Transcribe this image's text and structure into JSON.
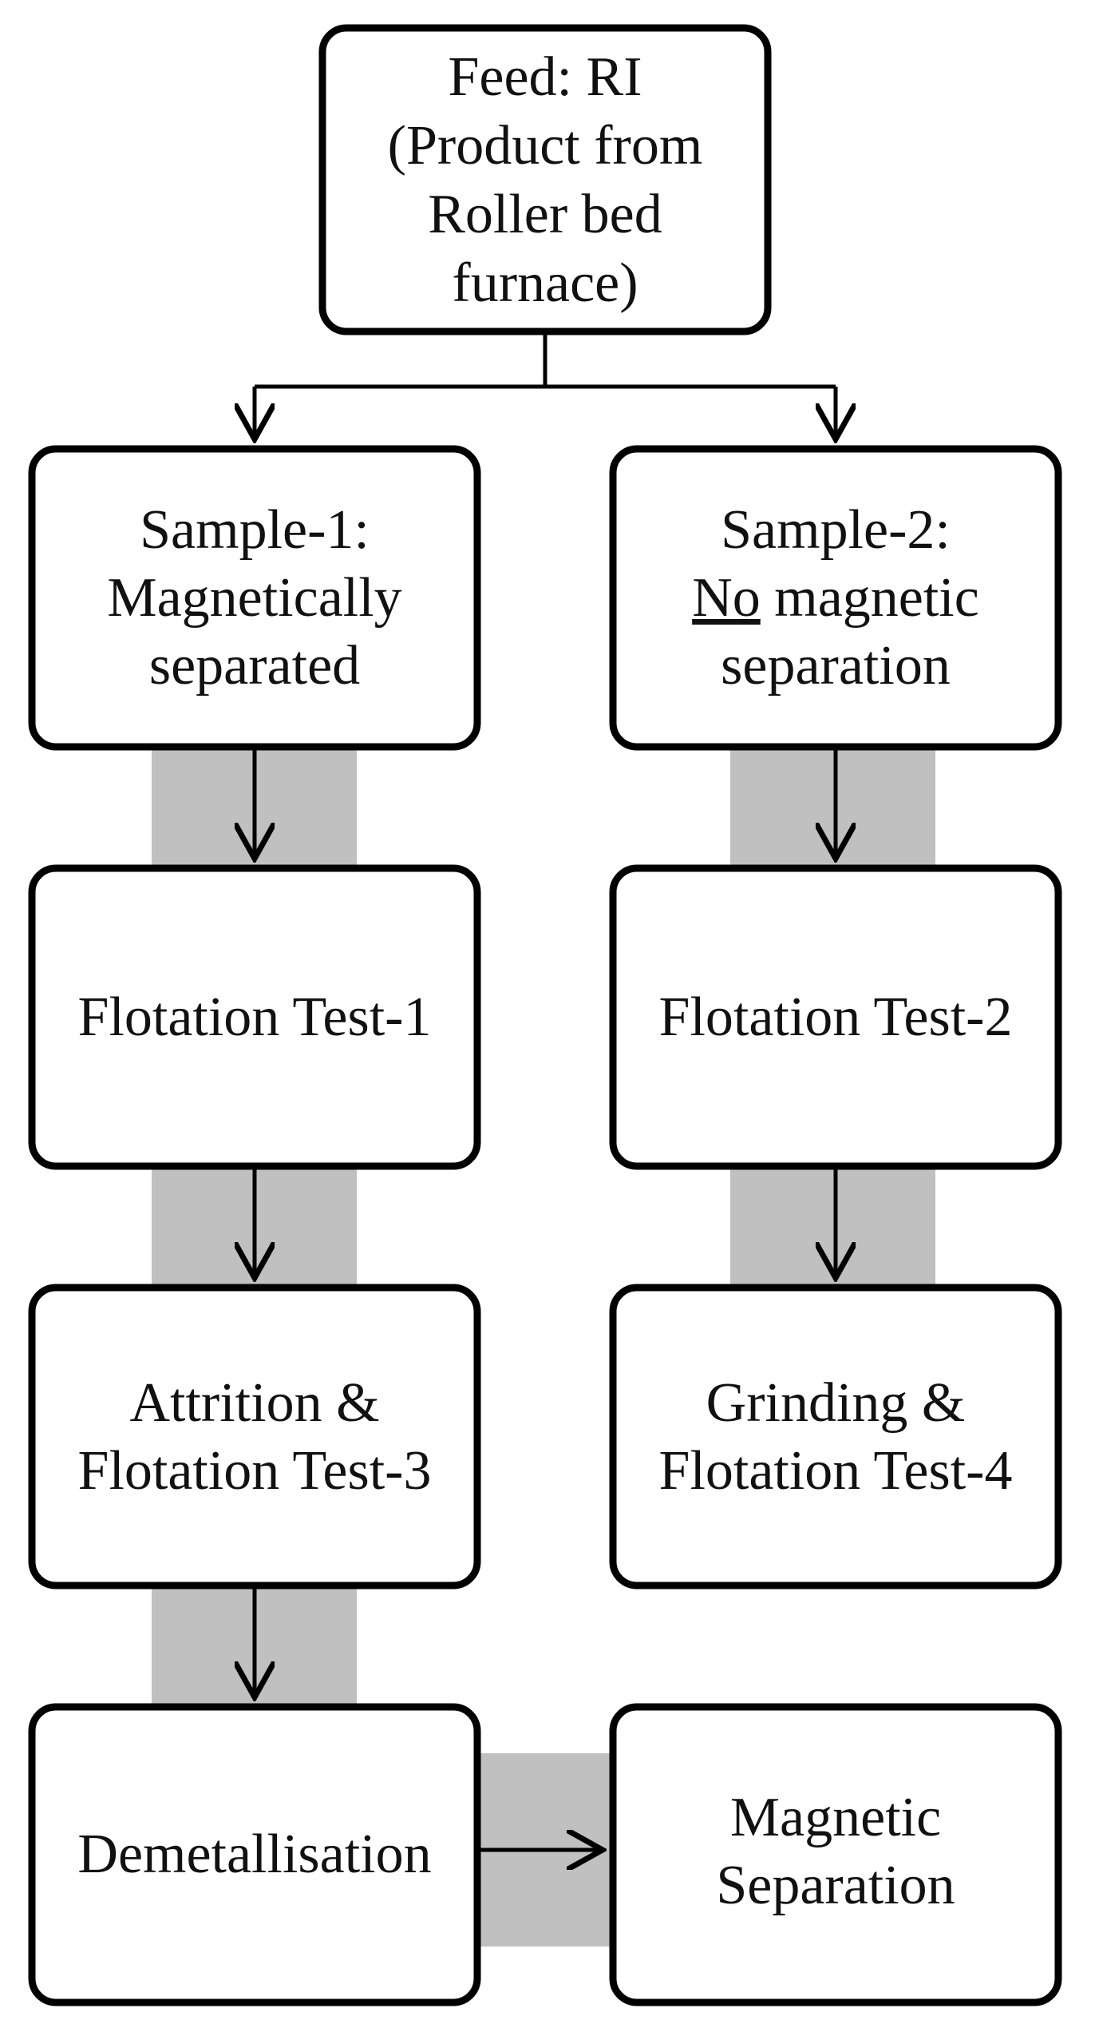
{
  "nodes": {
    "feed": {
      "lines": [
        "Feed: RI",
        "(Product from",
        "Roller bed",
        "furnace)"
      ]
    },
    "sample1": {
      "lines": [
        "Sample-1:",
        "Magnetically",
        "separated"
      ]
    },
    "sample2": {
      "line1": "Sample-2:",
      "line2_underlined": "No",
      "line2_rest": " magnetic",
      "line3": "separation"
    },
    "flotation1": {
      "lines": [
        "Flotation Test-1"
      ]
    },
    "flotation2": {
      "lines": [
        "Flotation Test-2"
      ]
    },
    "attrition": {
      "lines": [
        "Attrition &",
        "Flotation Test-3"
      ]
    },
    "grinding": {
      "lines": [
        "Grinding &",
        "Flotation Test-4"
      ]
    },
    "demetallisation": {
      "lines": [
        "Demetallisation"
      ]
    },
    "magnetic": {
      "lines": [
        "Magnetic",
        "Separation"
      ]
    }
  },
  "colors": {
    "box_stroke": "#000000",
    "box_fill": "#ffffff",
    "connector_band": "#c0c0c0",
    "arrow": "#000000"
  }
}
